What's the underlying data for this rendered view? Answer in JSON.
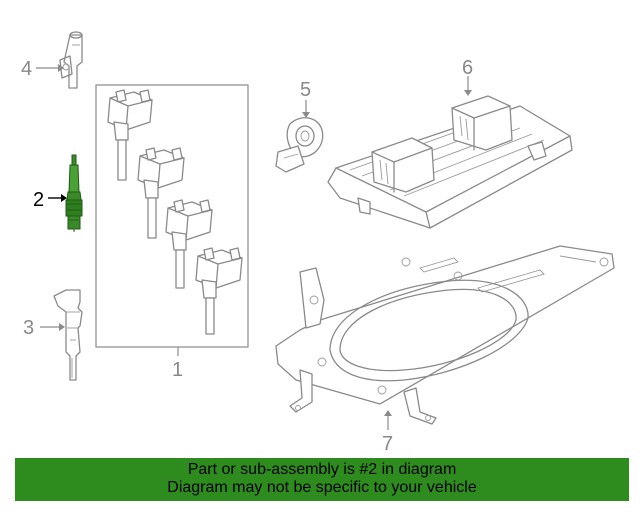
{
  "callouts": {
    "c1": "1",
    "c2": "2",
    "c3": "3",
    "c4": "4",
    "c5": "5",
    "c6": "6",
    "c7": "7"
  },
  "highlight": {
    "callout": "2",
    "color": "#2e8b1e"
  },
  "banner": {
    "line1": "Part or sub-assembly is #2 in diagram",
    "line2": "Diagram may not be specific to your vehicle",
    "background": "#2e8b1e"
  }
}
